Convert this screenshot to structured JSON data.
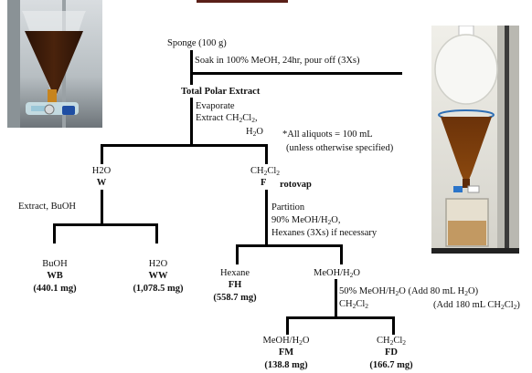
{
  "colors": {
    "line": "#000000",
    "liquid": "#4a230c",
    "photo_bg_left": "#c9cfd1",
    "photo_bg_right": "#e8e7e2"
  },
  "photos": {
    "left_icon": "separatory-funnel-photo",
    "right_icon": "separatory-funnel-beaker-photo"
  },
  "root": {
    "label": "Sponge (100 g)",
    "step": "Soak in 100% MeOH, 24hr, pour off (3Xs)"
  },
  "tpe": {
    "label": "Total Polar Extract",
    "step1": "Evaporate",
    "step2_pre": "Extract CH",
    "step2_sub": "2",
    "step2_mid": "Cl",
    "step2_sub2": "2",
    "step2_post": ",",
    "step3_pre": "H",
    "step3_sub": "2",
    "step3_post": "O"
  },
  "note": {
    "line1": "*All aliquots = 100 mL",
    "line2": "(unless otherwise specified)"
  },
  "w": {
    "solvent": "H2O",
    "code": "W",
    "step": "Extract, BuOH"
  },
  "f": {
    "solvent_pre": "CH",
    "solvent_sub": "2",
    "solvent_mid": "Cl",
    "solvent_sub2": "2",
    "code": "F",
    "rotovap": "rotovap",
    "step1": "Partition",
    "step2_pre": "90% MeOH/H",
    "step2_sub": "2",
    "step2_post": "O,",
    "step3": "Hexanes (3Xs) if necessary"
  },
  "wb": {
    "solvent": "BuOH",
    "code": "WB",
    "mass": "(440.1 mg)"
  },
  "ww": {
    "solvent": "H2O",
    "code": "WW",
    "mass": "(1,078.5 mg)"
  },
  "fh": {
    "solvent": "Hexane",
    "code": "FH",
    "mass": "(558.7 mg)"
  },
  "meoh": {
    "solvent_pre": "MeOH/H",
    "solvent_sub": "2",
    "solvent_post": "O",
    "step1_pre": "50% MeOH/H",
    "step1_sub": "2",
    "step1_mid": "O (Add 80 mL H",
    "step1_sub2": "2",
    "step1_post": "O)",
    "step2_pre": "CH",
    "step2_sub": "2",
    "step2_mid": "Cl",
    "step2_sub2": "2",
    "step3_pre": "(Add 180 mL CH",
    "step3_sub": "2",
    "step3_mid": "Cl",
    "step3_sub2": "2",
    "step3_post": ")"
  },
  "fm": {
    "solvent_pre": "MeOH/H",
    "solvent_sub": "2",
    "solvent_post": "O",
    "code": "FM",
    "mass": "(138.8 mg)"
  },
  "fd": {
    "solvent_pre": "CH",
    "solvent_sub": "2",
    "solvent_mid": "Cl",
    "solvent_sub2": "2",
    "code": "FD",
    "mass": "(166.7 mg)"
  }
}
